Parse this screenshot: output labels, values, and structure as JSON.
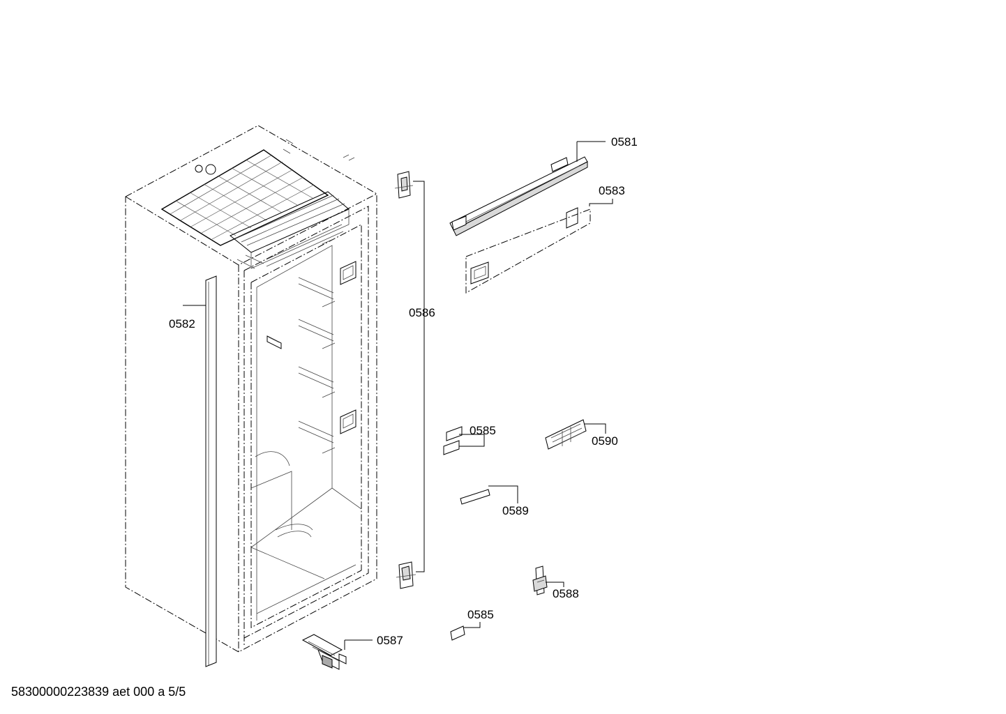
{
  "diagram": {
    "labels": {
      "0581": "0581",
      "0582": "0582",
      "0583": "0583",
      "0585_upper": "0585",
      "0585_lower": "0585",
      "0586": "0586",
      "0587": "0587",
      "0588": "0588",
      "0589": "0589",
      "0590": "0590"
    },
    "footer_id": "58300000223839 aet 000 a 5/5"
  }
}
